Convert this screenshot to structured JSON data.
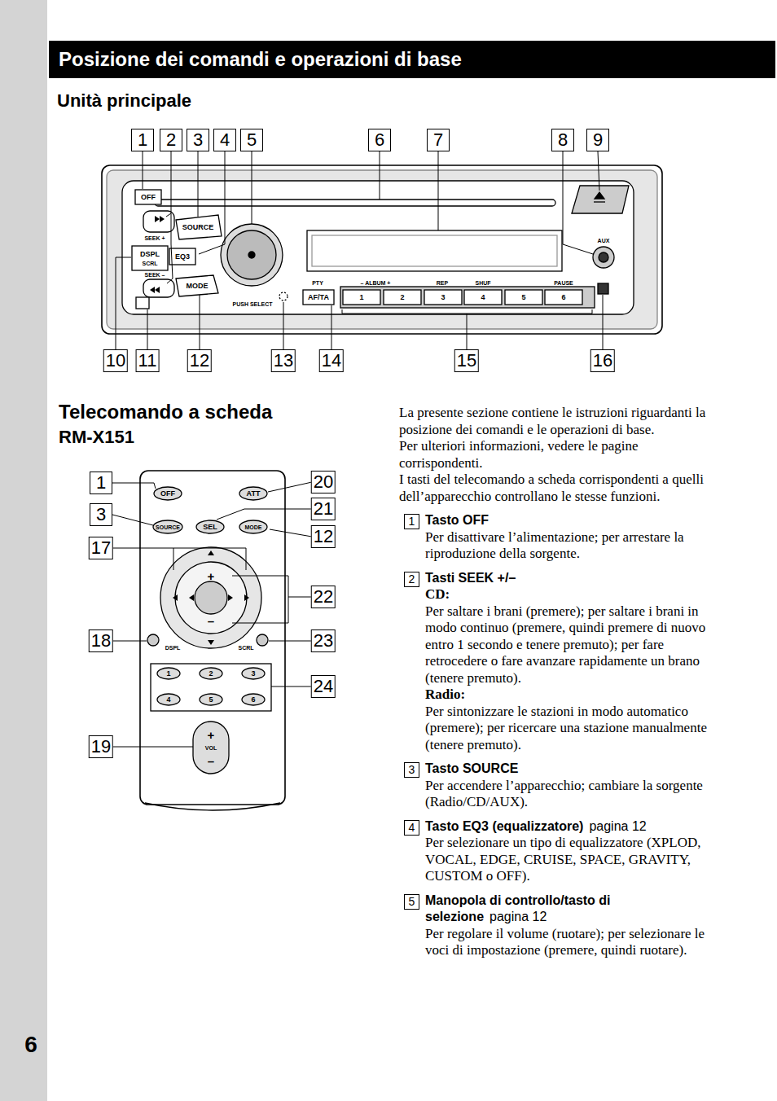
{
  "diagram": {
    "title": "Posizione dei comandi e operazioni di base",
    "labels": [
      "Unità principale",
      "1",
      "2",
      "3",
      "4",
      "5",
      "6",
      "7",
      "8",
      "9",
      "10",
      "11",
      "12",
      "13",
      "14",
      "15",
      "16",
      "OFF",
      "SEEK +",
      "SOURCE",
      "DSPL",
      "SCRL",
      "EQ3",
      "SEEK –",
      "MODE",
      "PUSH SELECT",
      "PTY",
      "AF/TA",
      "– ALBUM +",
      "REP",
      "SHUF",
      "PAUSE",
      "1",
      "2",
      "3",
      "4",
      "5",
      "6",
      "AUX",
      "Telecomando a scheda",
      "RM-X151",
      "OFF",
      "ATT",
      "SOURCE",
      "SEL",
      "MODE",
      "+",
      "–",
      "DSPL",
      "SCRL",
      "1",
      "2",
      "3",
      "4",
      "5",
      "6",
      "+",
      "VOL",
      "–",
      "1",
      "3",
      "17",
      "18",
      "19",
      "20",
      "21",
      "12",
      "22",
      "23",
      "24",
      "La presente sezione contiene le istruzioni riguardanti la posizione dei comandi e le operazioni di base.",
      "Per ulteriori informazioni, vedere le pagine corrispondenti.",
      "I tasti del telecomando a scheda corrispondenti a quelli dell’apparecchio controllano le stesse funzioni.",
      "1",
      "Tasto OFF",
      "Per disattivare l’alimentazione; per arrestare la riproduzione della sorgente.",
      "2",
      "Tasti SEEK +/–",
      "CD:",
      "Per saltare i brani (premere); per saltare i brani in modo continuo (premere, quindi premere di nuovo entro 1 secondo e tenere premuto); per fare retrocedere o fare avanzare rapidamente un brano (tenere premuto).",
      "Radio:",
      "Per sintonizzare le stazioni in modo automatico (premere); per ricercare una stazione manualmente (tenere premuto).",
      "3",
      "Tasto SOURCE",
      "Per accendere l’apparecchio; cambiare la sorgente (Radio/CD/AUX).",
      "4",
      "Tasto EQ3 (equalizzatore)",
      "pagina 12",
      "Per selezionare un tipo di equalizzatore (XPLOD, VOCAL, EDGE, CRUISE, SPACE, GRAVITY, CUSTOM o OFF).",
      "5",
      "Manopola di controllo/tasto di selezione",
      "pagina 12",
      "Per regolare il volume (ruotare); per selezionare le voci di impostazione (premere, quindi ruotare).",
      "6"
    ]
  }
}
